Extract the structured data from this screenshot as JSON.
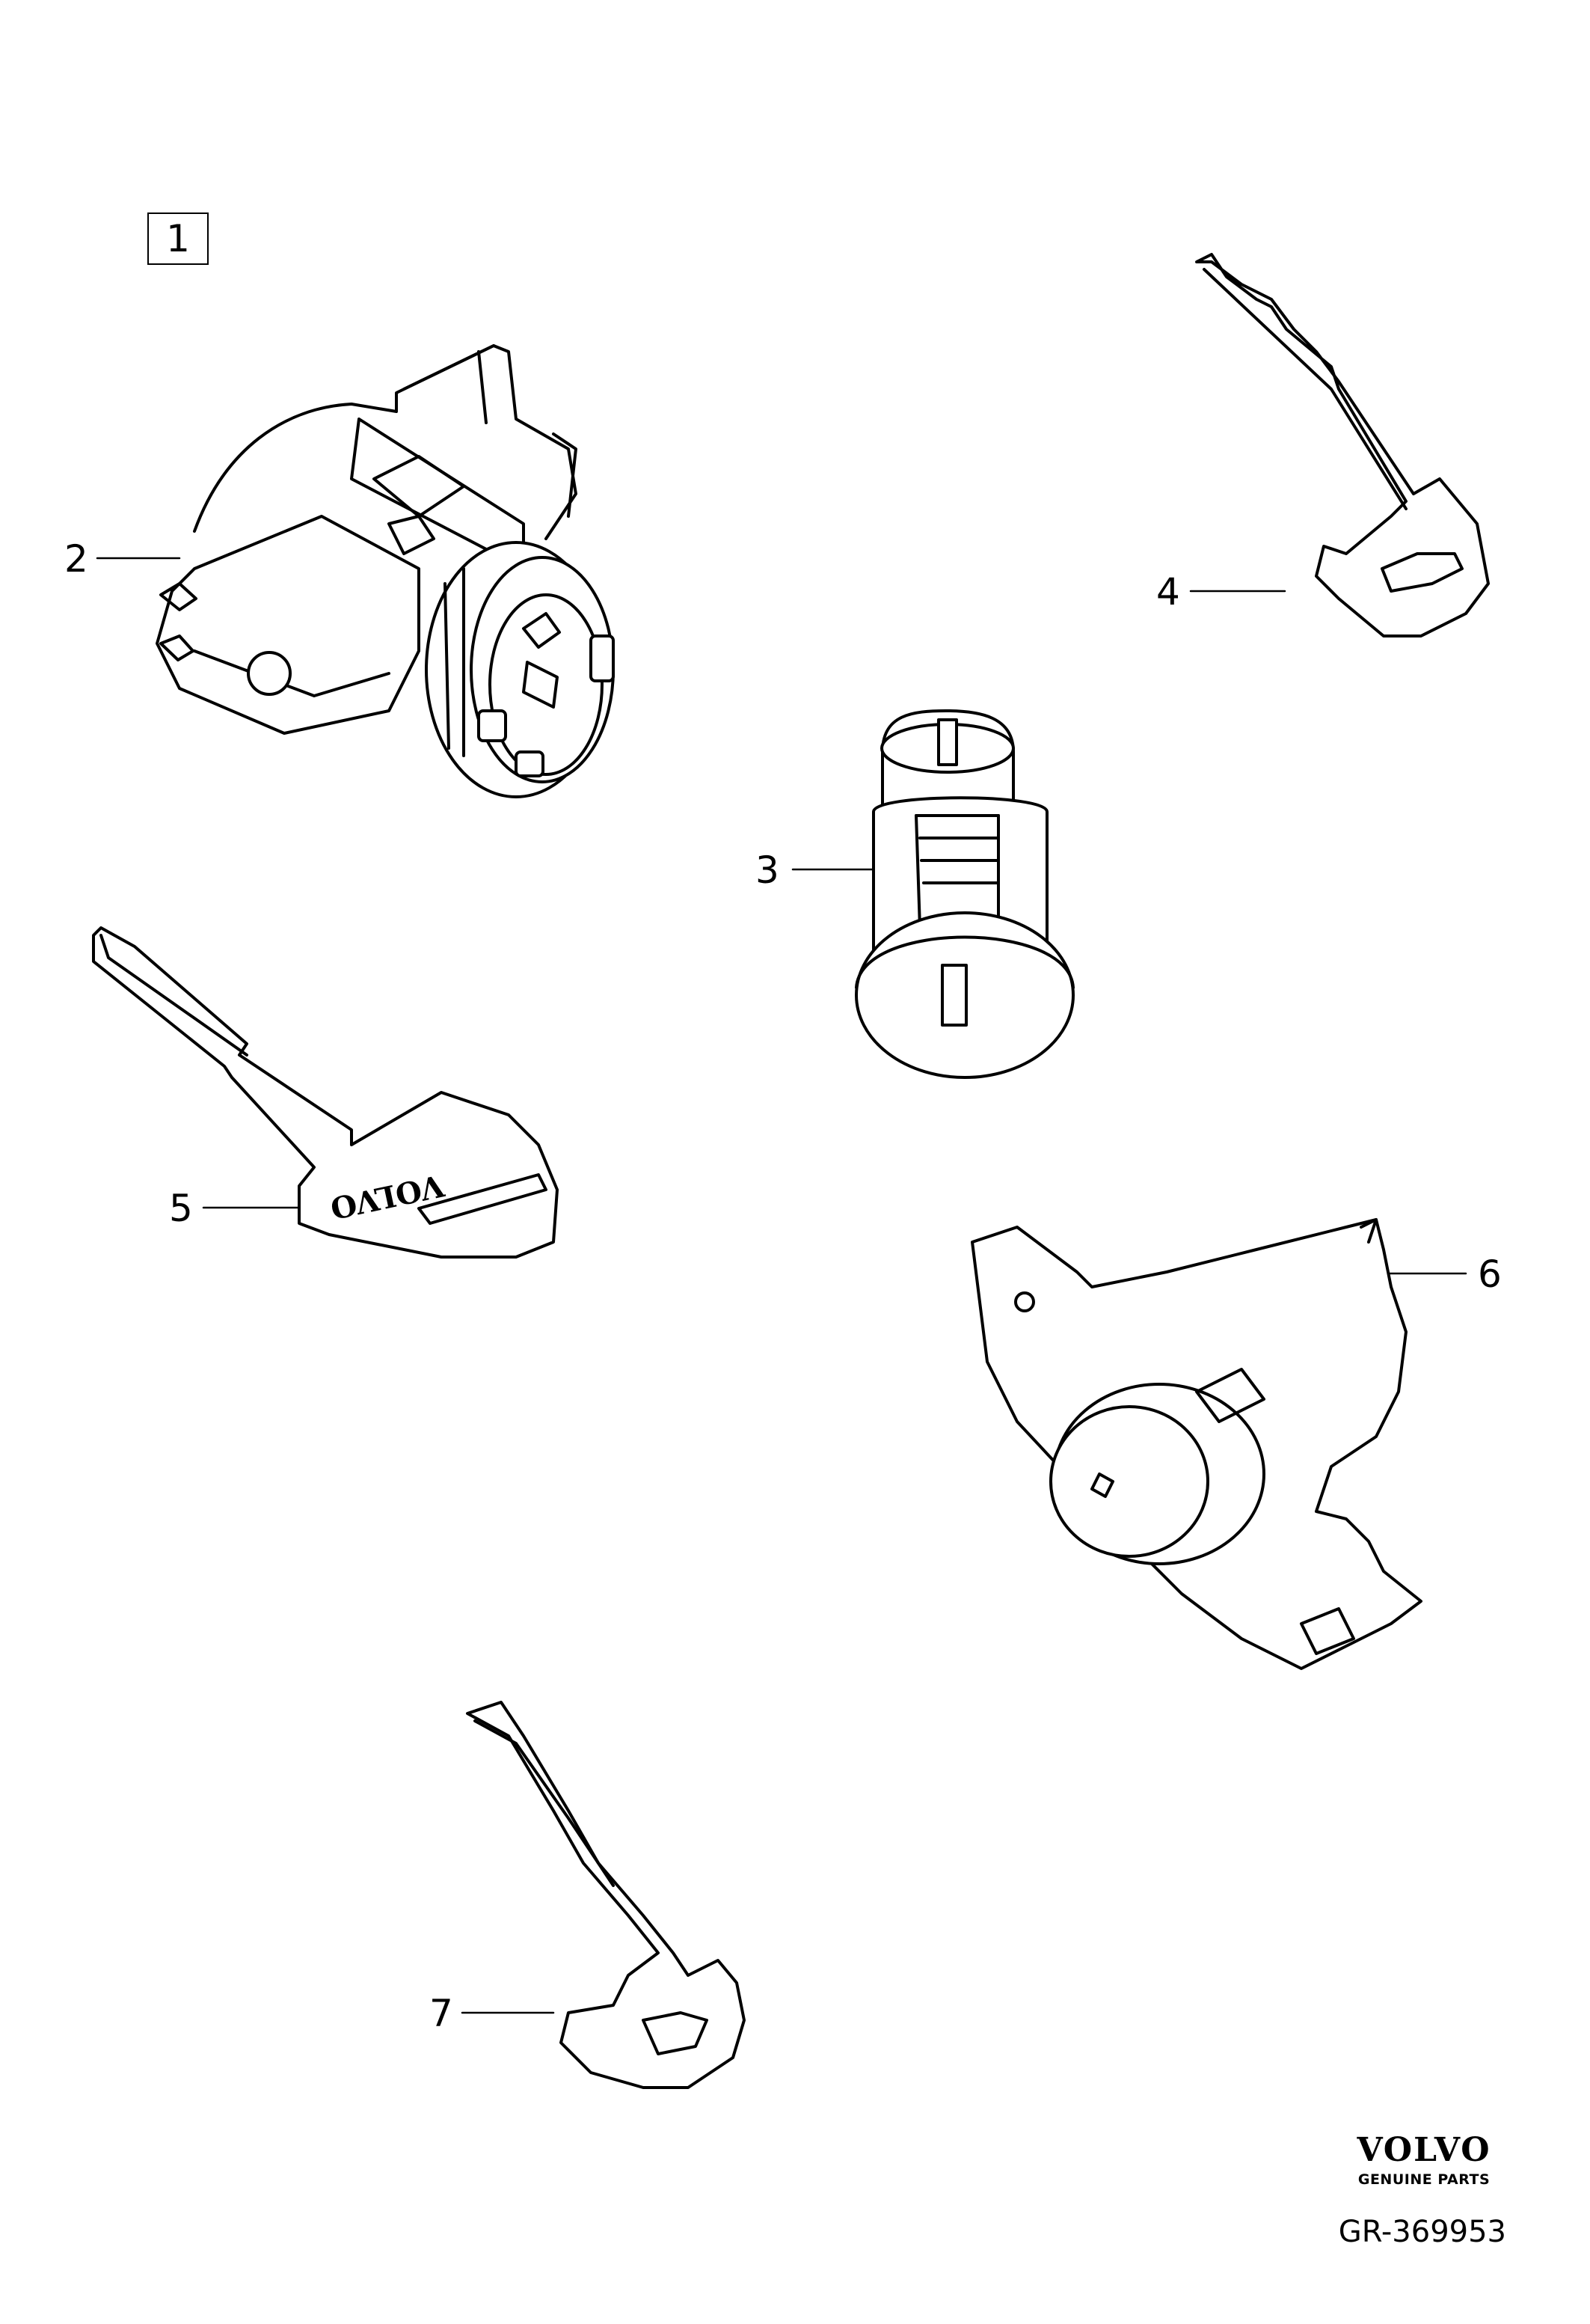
{
  "diagram": {
    "frame_label": "1",
    "callouts": [
      {
        "id": "2",
        "part": "ignition-lock"
      },
      {
        "id": "3",
        "part": "lock-cylinder"
      },
      {
        "id": "4",
        "part": "folding-key-blade"
      },
      {
        "id": "5",
        "part": "key-blade-volvo"
      },
      {
        "id": "6",
        "part": "door-lock-cylinder-housing"
      },
      {
        "id": "7",
        "part": "emergency-key-blade"
      }
    ],
    "key_logo_text": "VOLVO"
  },
  "footer": {
    "brand": "VOLVO",
    "brand_sub": "GENUINE PARTS",
    "reference": "GR-369953"
  }
}
